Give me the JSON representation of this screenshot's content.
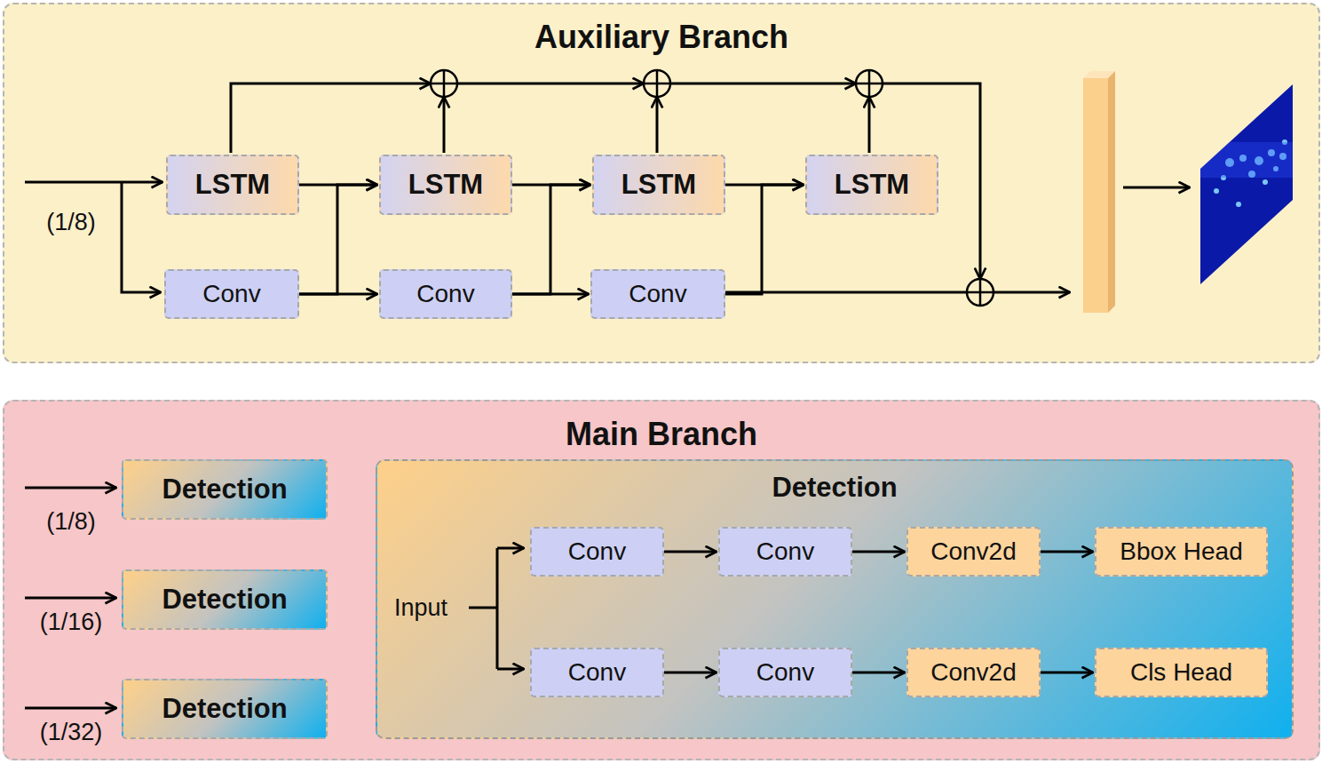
{
  "diagram": {
    "nodes": [
      {
        "text": [
          "Auxiliary Branch"
        ]
      },
      {
        "text": [
          "LSTM"
        ],
        "in": 0
      },
      {
        "text": [
          "LSTM"
        ],
        "in": 0
      },
      {
        "text": [
          "LSTM"
        ],
        "in": 0
      },
      {
        "text": [
          "LSTM"
        ],
        "in": 0
      },
      {
        "text": [
          "Conv"
        ],
        "in": 0
      },
      {
        "text": [
          "Conv"
        ],
        "in": 0
      },
      {
        "text": [
          "Conv"
        ],
        "in": 0
      },
      {
        "text": [
          "Main Branch"
        ]
      },
      {
        "text": [
          "Detection"
        ],
        "in": 8
      },
      {
        "text": [
          "Detection"
        ],
        "in": 8
      },
      {
        "text": [
          "Detection"
        ],
        "in": 8
      },
      {
        "text": [
          "Detection"
        ],
        "in": 8
      },
      {
        "text": [
          "Conv"
        ],
        "in": 12
      },
      {
        "text": [
          "Conv"
        ],
        "in": 12
      },
      {
        "text": [
          "Conv2d"
        ],
        "in": 12
      },
      {
        "text": [
          "Bbox Head"
        ],
        "in": 12
      },
      {
        "text": [
          "Conv"
        ],
        "in": 12
      },
      {
        "text": [
          "Conv"
        ],
        "in": 12
      },
      {
        "text": [
          "Conv2d"
        ],
        "in": 12
      },
      {
        "text": [
          "Cls Head"
        ],
        "in": 12
      }
    ],
    "edges": [
      {
        "from": 1,
        "to": 2,
        "arrow": "to"
      },
      {
        "from": 2,
        "to": 3,
        "arrow": "to"
      },
      {
        "from": 3,
        "to": 4,
        "arrow": "to"
      },
      {
        "from": 5,
        "to": 6,
        "arrow": "to"
      },
      {
        "from": 6,
        "to": 7,
        "arrow": "to"
      },
      {
        "from": 5,
        "to": 2,
        "arrow": "to"
      },
      {
        "from": 6,
        "to": 3,
        "arrow": "to"
      },
      {
        "from": 7,
        "to": 4,
        "arrow": "to"
      },
      {
        "from": 13,
        "to": 14,
        "arrow": "to"
      },
      {
        "from": 14,
        "to": 15,
        "arrow": "to"
      },
      {
        "from": 15,
        "to": 16,
        "arrow": "to"
      },
      {
        "from": 17,
        "to": 18,
        "arrow": "to"
      },
      {
        "from": 18,
        "to": 19,
        "arrow": "to"
      },
      {
        "from": 19,
        "to": 20,
        "arrow": "to"
      }
    ],
    "labels": [
      "(1/8)",
      "(1/8)",
      "(1/16)",
      "(1/32)",
      "Input"
    ]
  }
}
